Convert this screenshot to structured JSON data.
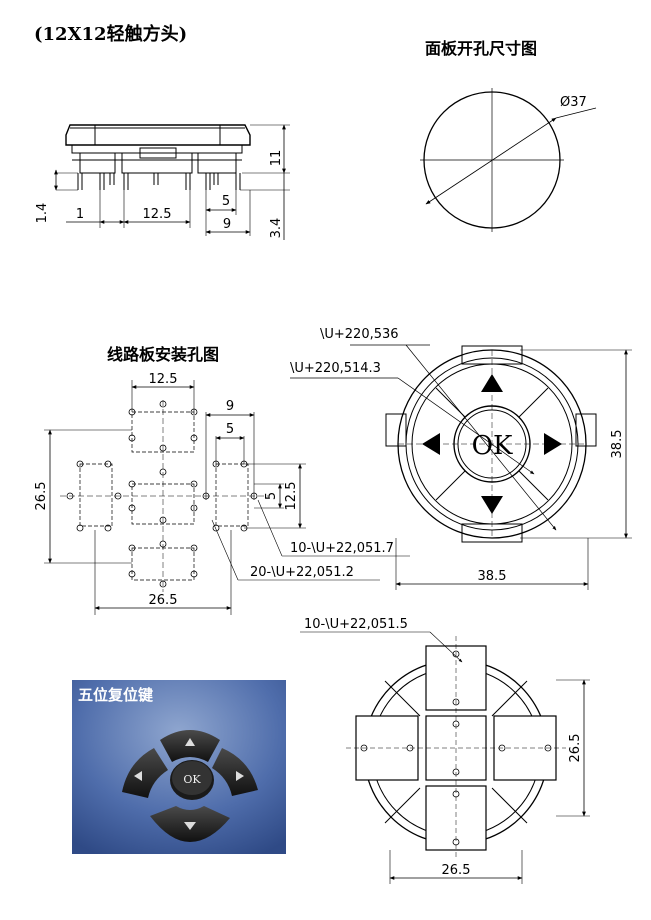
{
  "titles": {
    "main": "(12X12轻触方头)",
    "panel_hole": "面板开孔尺寸图",
    "pcb_hole": "线路板安装孔图"
  },
  "side_view": {
    "dim_height": "11",
    "dim_pin_short": "1.4",
    "dim_pin_long": "3.4",
    "dim_pitch_small": "1",
    "dim_pitch_main": "12.5",
    "dim_5": "5",
    "dim_9": "9"
  },
  "panel_cutout": {
    "diameter": "Ø37"
  },
  "top_view": {
    "label_outer": "\\U+220,536",
    "label_inner": "\\U+220,514.3",
    "center_text": "OK",
    "dim_width": "38.5",
    "dim_height": "38.5"
  },
  "pcb_layout": {
    "dim_top": "12.5",
    "dim_9": "9",
    "dim_5_h": "5",
    "dim_5_v": "5",
    "dim_12_5_v": "12.5",
    "dim_26_5_v": "26.5",
    "dim_26_5_h": "26.5",
    "label_10": "10-\\U+22,051.7",
    "label_20": "20-\\U+22,051.2"
  },
  "bottom_view": {
    "label_holes": "10-\\U+22,051.5",
    "dim_width": "26.5",
    "dim_height": "26.5"
  },
  "photo": {
    "label": "五位复位键",
    "button_text": "OK"
  }
}
